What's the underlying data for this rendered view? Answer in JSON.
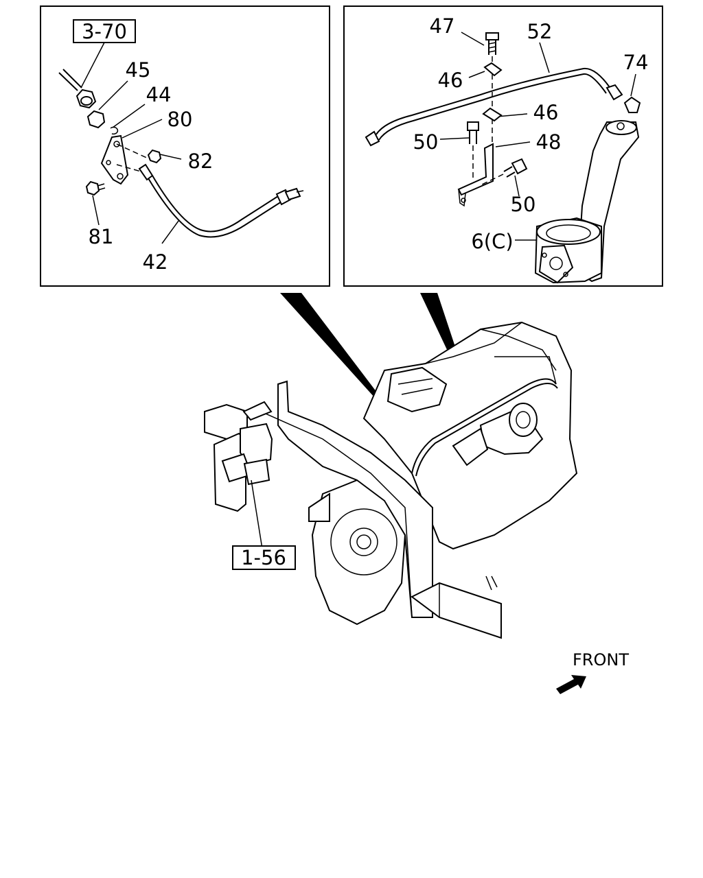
{
  "left_inset": {
    "ref_box": "3-70",
    "callouts": [
      "45",
      "44",
      "80",
      "82",
      "81",
      "42"
    ]
  },
  "right_inset": {
    "callouts": [
      "47",
      "52",
      "74",
      "46",
      "46",
      "50",
      "48",
      "50",
      "6(C)"
    ]
  },
  "main_view": {
    "ref_box": "1-56",
    "direction_label": "FRONT"
  },
  "colors": {
    "line": "#000000",
    "background": "#ffffff",
    "wedge": "#000000"
  },
  "icons": [
    "front-arrow-icon"
  ]
}
